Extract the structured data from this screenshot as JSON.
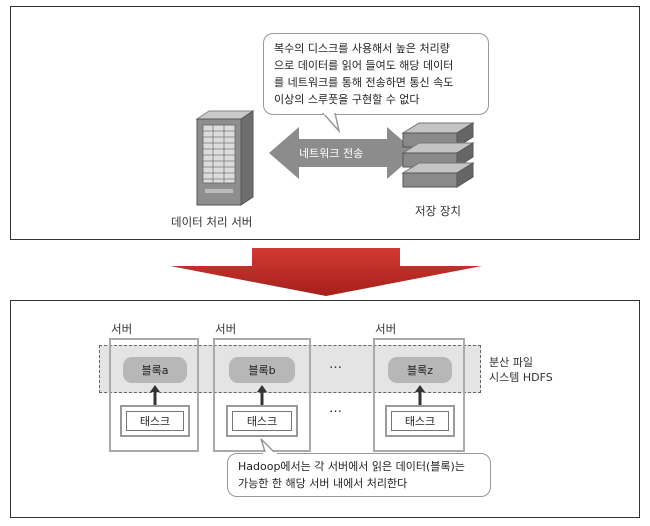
{
  "top": {
    "callout_lines": [
      "복수의 디스크를 사용해서 높은 처리량",
      "으로 데이터를 읽어 들여도 해당 데이터",
      "를 네트워크를 통해 전송하면 통신 속도",
      "이상의 스루풋을 구현할 수 없다"
    ],
    "network_label": "네트워크 전송",
    "server_label": "데이터 처리 서버",
    "storage_label": "저장 장치"
  },
  "bottom": {
    "server_labels": [
      "서버",
      "서버",
      "서버"
    ],
    "blocks": [
      "블록a",
      "블록b",
      "블록z"
    ],
    "tasks": [
      "태스크",
      "태스크",
      "태스크"
    ],
    "ellipsis": "…",
    "hdfs_lines": [
      "분산 파일",
      "시스템 HDFS"
    ],
    "callout_lines": [
      "Hadoop에서는 각 서버에서 읽은 데이터(블록)는",
      "가능한 한 해당 서버 내에서 처리한다"
    ]
  },
  "colors": {
    "transition_arrow": "#c8312b",
    "block": "#b7b7b7",
    "hdfs_band": "#e4e4e4"
  }
}
